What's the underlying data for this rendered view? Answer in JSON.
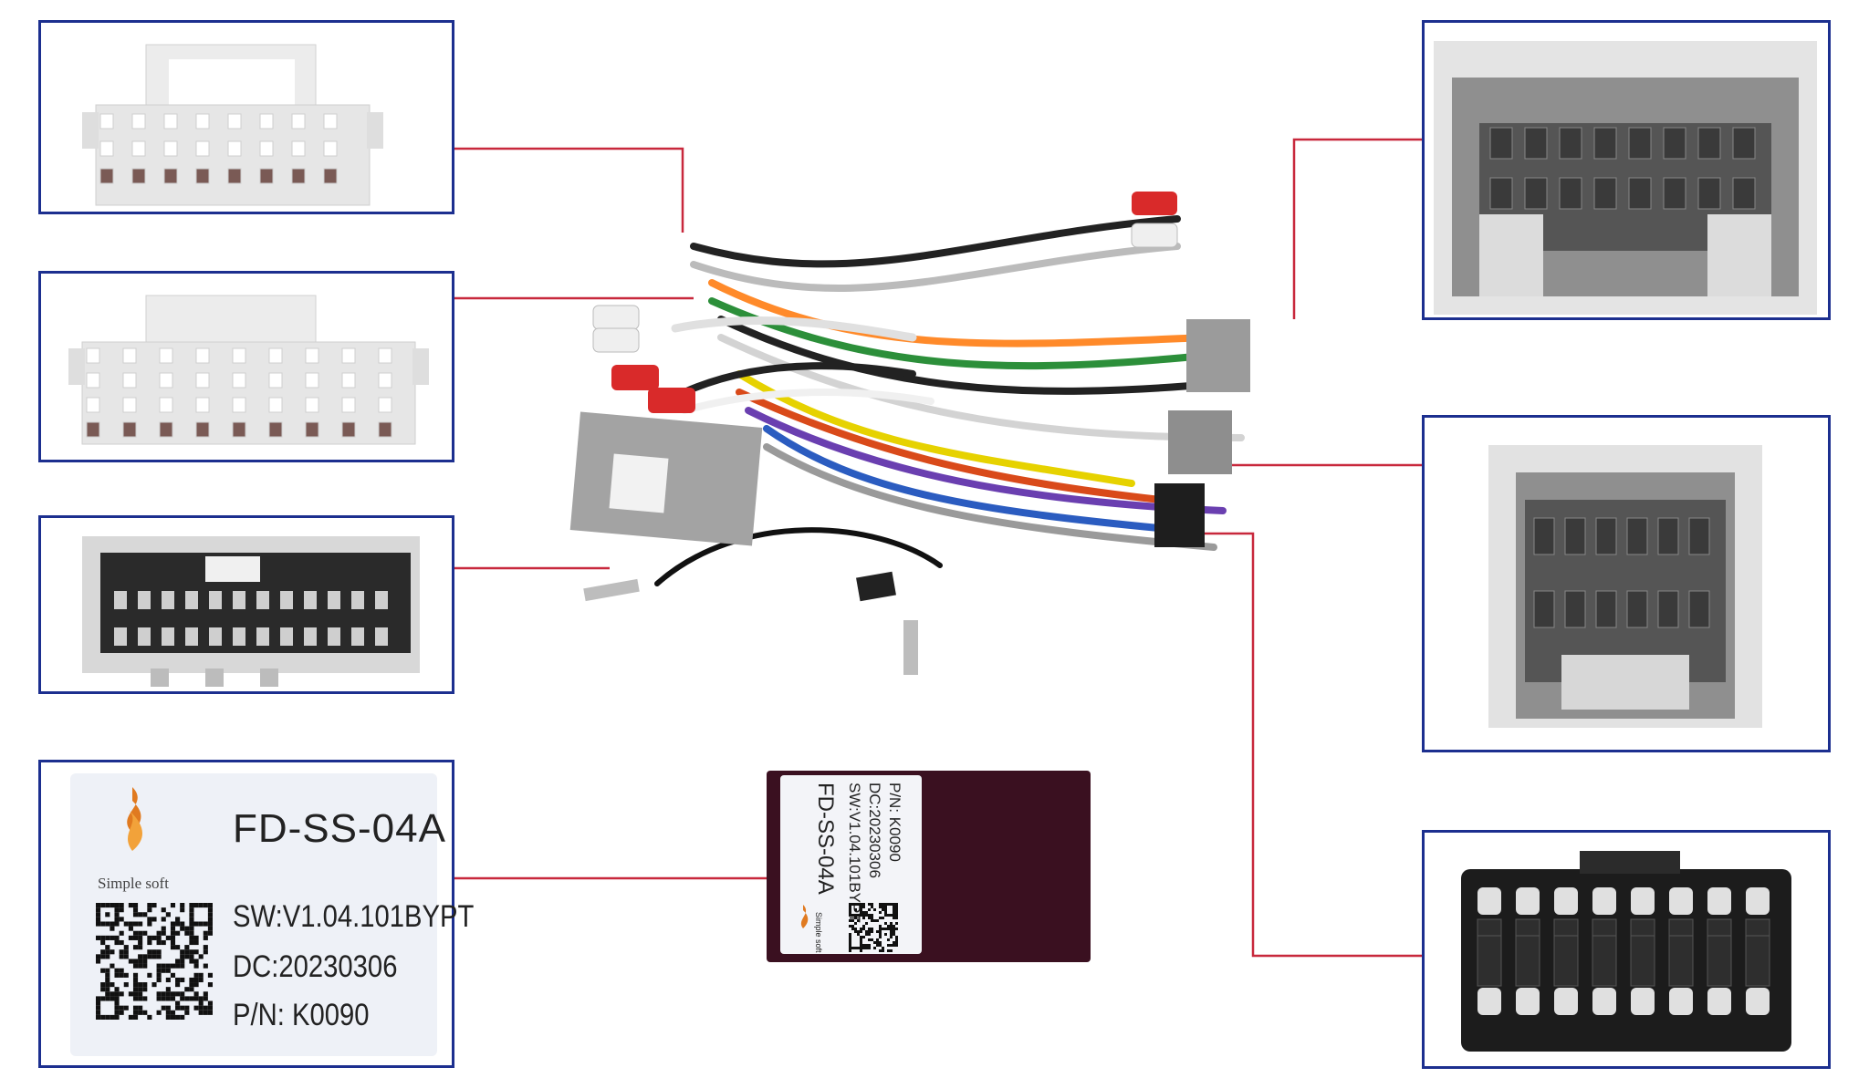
{
  "product_label": {
    "brand": "Simple soft",
    "model": "FD-SS-04A",
    "software": "SW:V1.04.101BYPT",
    "date_code": "DC:20230306",
    "part_number": "P/N: K0090"
  },
  "module_label": {
    "brand": "Simple soft",
    "model": "FD-SS-04A",
    "software": "SW:V1.04.101BYPT",
    "date_code": "DC:20230306",
    "part_number": "P/N: K0090"
  },
  "colors": {
    "frame": "#1c2f8f",
    "leader_line": "#c8283c",
    "connector_white": "#e9e9e9",
    "connector_gray": "#9b9b9b",
    "connector_black": "#1e1e1e",
    "rca_red": "#d92a2a"
  },
  "panels": [
    {
      "id": "white-connector-20pin",
      "side": "left"
    },
    {
      "id": "white-connector-24pin",
      "side": "left"
    },
    {
      "id": "black-connector-multipin",
      "side": "left"
    },
    {
      "id": "canbus-label-closeup",
      "side": "left"
    },
    {
      "id": "gray-connector-16pin",
      "side": "right"
    },
    {
      "id": "gray-connector-12pin",
      "side": "right"
    },
    {
      "id": "black-iso-connector-16pin",
      "side": "right"
    }
  ]
}
